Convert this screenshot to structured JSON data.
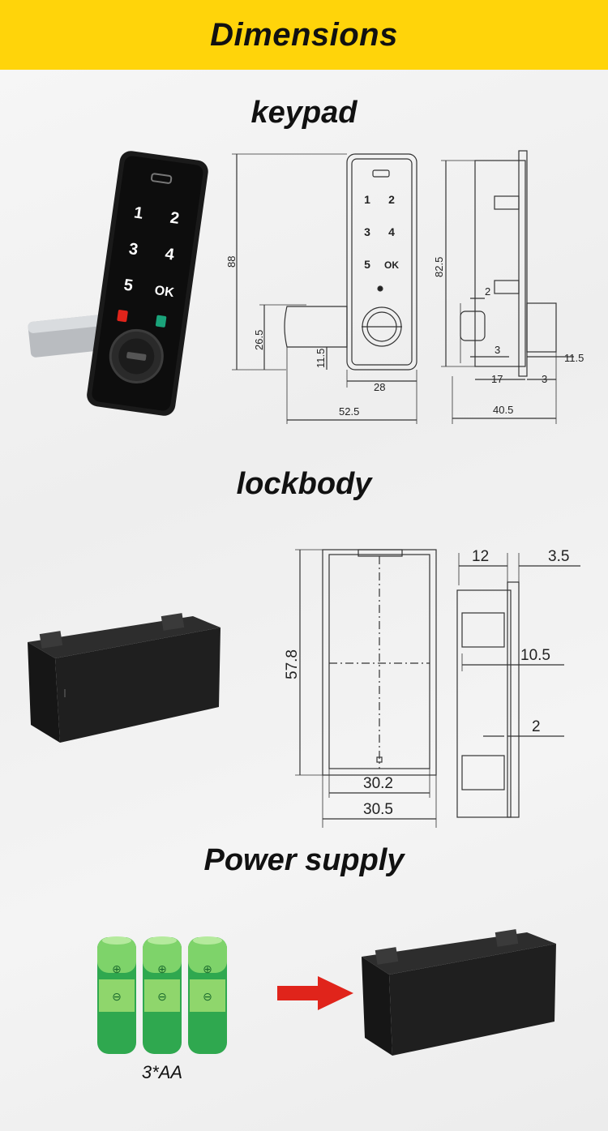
{
  "banner": {
    "title": "Dimensions"
  },
  "sections": {
    "keypad": "keypad",
    "lockbody": "lockbody",
    "power": "Power supply"
  },
  "keypad_photo": {
    "keys": [
      "1",
      "2",
      "3",
      "4",
      "5",
      "OK"
    ],
    "lock_color": "#e0241b",
    "unlock_color": "#1aa37a"
  },
  "keypad_front": {
    "dims": {
      "height": "88",
      "lower": "26.5",
      "bar": "11.5",
      "width": "28",
      "overall": "52.5"
    }
  },
  "keypad_side": {
    "dims": {
      "height": "82.5",
      "gap": "2",
      "step": "3",
      "thick": "11.5",
      "depth": "17",
      "lip": "3",
      "overall": "40.5"
    }
  },
  "lockbody_front": {
    "dims": {
      "height": "57.8",
      "inner": "30.2",
      "outer": "30.5"
    }
  },
  "lockbody_side": {
    "dims": {
      "width": "12",
      "lip": "3.5",
      "mid": "10.5",
      "small": "2"
    }
  },
  "power": {
    "battery_caption": "3*AA",
    "battery_colors": {
      "top": "#7ed36a",
      "body": "#2fa84f",
      "mid": "#8fd66c"
    },
    "arrow_color": "#e0241b"
  }
}
